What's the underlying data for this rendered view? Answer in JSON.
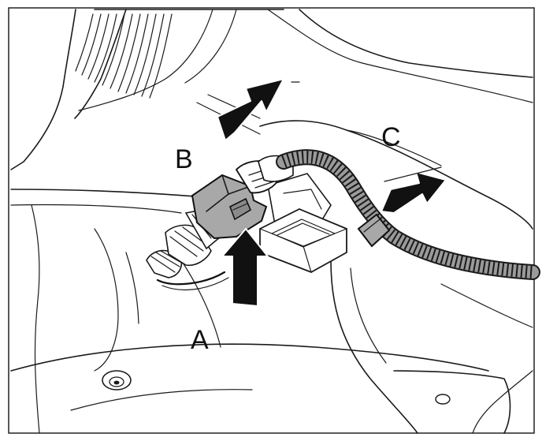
{
  "figure": {
    "callouts": {
      "a": "A",
      "b": "B",
      "c": "C"
    },
    "colors": {
      "line": "#1a1a1a",
      "connector_fill": "#a8a8a8",
      "arrow_fill": "#111111",
      "background": "#ffffff"
    },
    "icons": [
      "arrow-up-icon",
      "arrow-up-right-icon",
      "arrow-up-right-icon"
    ]
  }
}
